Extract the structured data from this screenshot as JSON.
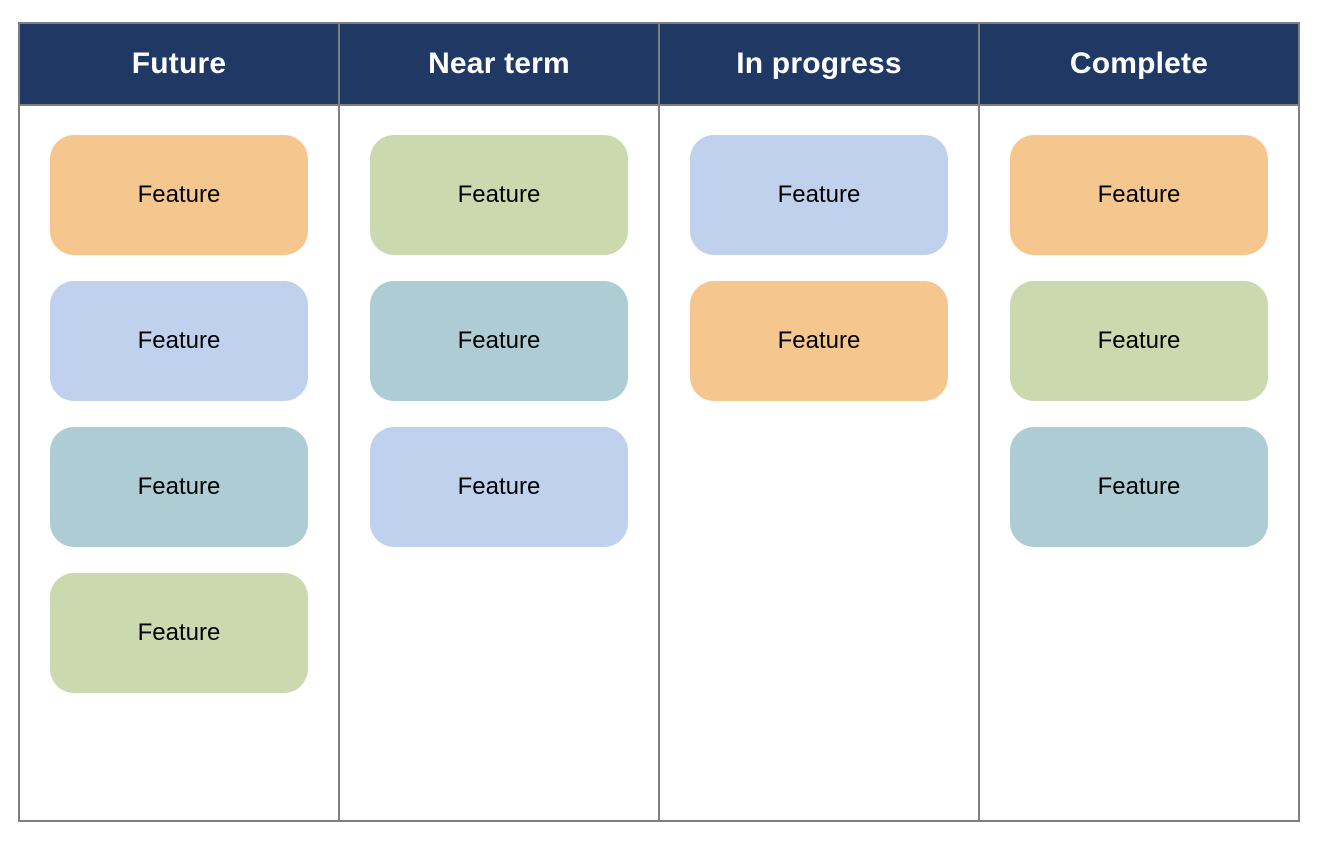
{
  "palette": {
    "header_bg": "#1f3864",
    "header_text": "#ffffff",
    "border": "#7f7f7f",
    "card_text": "#000000",
    "orange": "#f5c78e",
    "blue": "#bfd1ec",
    "teal": "#adccd3",
    "green": "#ccd8ad"
  },
  "board": {
    "columns": [
      {
        "id": "future",
        "title": "Future",
        "cards": [
          {
            "label": "Feature",
            "color": "orange"
          },
          {
            "label": "Feature",
            "color": "blue"
          },
          {
            "label": "Feature",
            "color": "teal"
          },
          {
            "label": "Feature",
            "color": "green"
          }
        ]
      },
      {
        "id": "near-term",
        "title": "Near term",
        "cards": [
          {
            "label": "Feature",
            "color": "green"
          },
          {
            "label": "Feature",
            "color": "teal"
          },
          {
            "label": "Feature",
            "color": "blue"
          }
        ]
      },
      {
        "id": "in-progress",
        "title": "In progress",
        "cards": [
          {
            "label": "Feature",
            "color": "blue"
          },
          {
            "label": "Feature",
            "color": "orange"
          }
        ]
      },
      {
        "id": "complete",
        "title": "Complete",
        "cards": [
          {
            "label": "Feature",
            "color": "orange"
          },
          {
            "label": "Feature",
            "color": "green"
          },
          {
            "label": "Feature",
            "color": "teal"
          }
        ]
      }
    ]
  }
}
